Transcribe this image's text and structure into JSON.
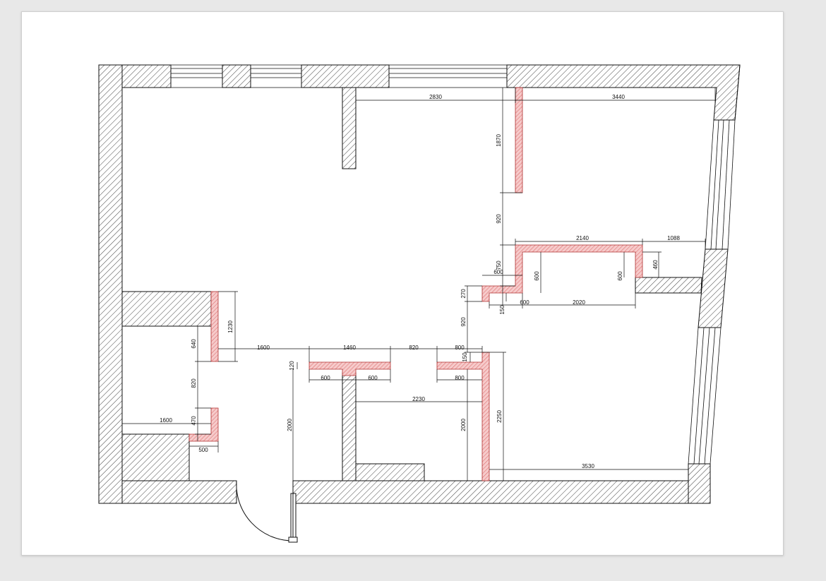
{
  "colors": {
    "background": "#e8e8e8",
    "sheet": "#ffffff",
    "line": "#111111",
    "new_partition": "#e07070"
  },
  "icons": {
    "hatch": "hatch-pattern",
    "partition": "partition-hatch-pattern",
    "door": "door-swing-icon"
  },
  "dimensions": {
    "d2830": "2830",
    "d3440": "3440",
    "d1870": "1870",
    "d920a": "920",
    "d2140": "2140",
    "d1088": "1088",
    "d750": "750",
    "d600a": "600",
    "d600b": "600",
    "d600c": "600",
    "d460": "460",
    "d270": "270",
    "d600d": "600",
    "d150a": "150",
    "d2020": "2020",
    "d920b": "920",
    "d1230": "1230",
    "d640": "640",
    "d1600a": "1600",
    "d1460": "1460",
    "d820a": "820",
    "d800a": "800",
    "d150b": "150",
    "d120": "120",
    "d600e": "600",
    "d600f": "600",
    "d800b": "800",
    "d820b": "820",
    "d2230": "2230",
    "d1600b": "1600",
    "d470": "470",
    "d500": "500",
    "d2000a": "2000",
    "d2000b": "2000",
    "d2250": "2250",
    "d3530": "3530"
  }
}
